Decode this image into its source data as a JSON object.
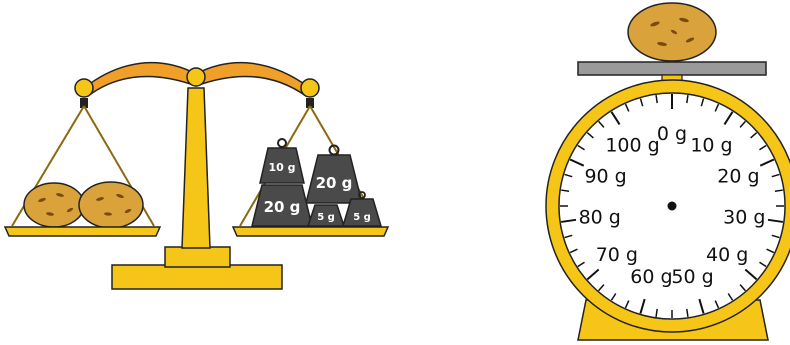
{
  "colors": {
    "gold": "#f5c518",
    "gold_dark": "#c89a00",
    "beam": "#f0a028",
    "weight_grey": "#4a4a4a",
    "potato": "#d9a23a",
    "potato_spots": "#7a4a10",
    "platform_grey": "#9a9a9a",
    "outline": "#222222"
  },
  "balance_scale": {
    "left_pan": {
      "items": [
        "potato",
        "potato"
      ]
    },
    "right_pan": {
      "weights": [
        {
          "label": "10 g"
        },
        {
          "label": "20 g"
        },
        {
          "label": "20 g"
        },
        {
          "label": "5 g"
        },
        {
          "label": "5 g"
        }
      ]
    }
  },
  "dial_scale": {
    "platform_item": "potato",
    "labels": [
      "0 g",
      "10 g",
      "20 g",
      "30 g",
      "40 g",
      "50 g",
      "60 g",
      "70 g",
      "80 g",
      "90 g",
      "100 g"
    ]
  }
}
